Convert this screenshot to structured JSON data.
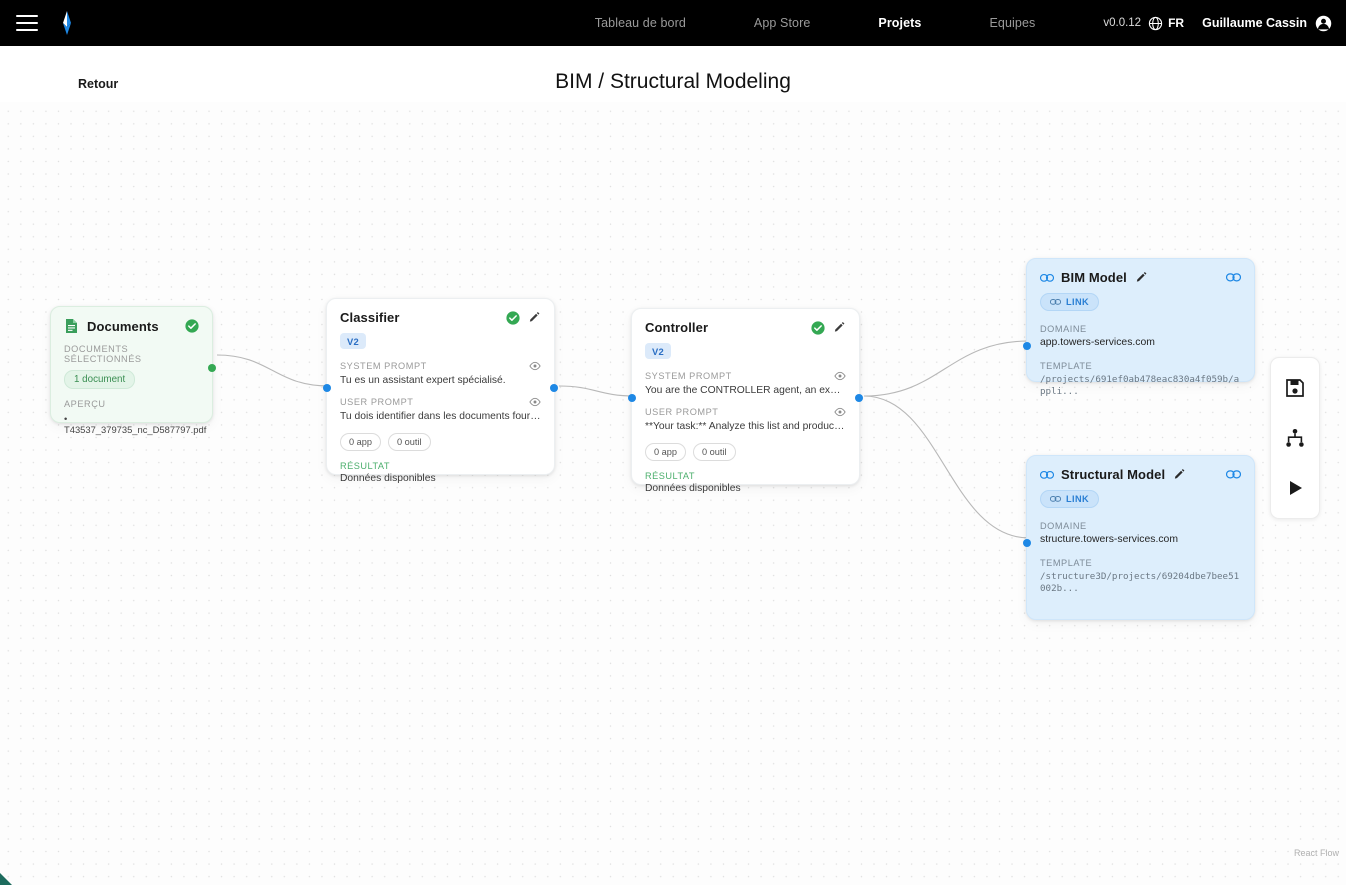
{
  "topnav": {
    "menu_icon": "hamburger-icon",
    "logo_icon": "brand-compass-logo",
    "links": [
      {
        "label": "Tableau de bord",
        "active": false
      },
      {
        "label": "App Store",
        "active": false
      },
      {
        "label": "Projets",
        "active": true
      },
      {
        "label": "Equipes",
        "active": false
      }
    ],
    "version": "v0.0.12",
    "globe_icon": "globe-icon",
    "language": "FR",
    "user_name": "Guillaume Cassin",
    "avatar_icon": "user-avatar-icon"
  },
  "header": {
    "back_label": "Retour",
    "title": "BIM / Structural Modeling"
  },
  "canvas": {
    "attribution": "React Flow"
  },
  "toolbar": {
    "buttons": [
      {
        "name": "save-button",
        "icon": "floppy-save-icon"
      },
      {
        "name": "layout-button",
        "icon": "hierarchy-tree-icon"
      },
      {
        "name": "run-button",
        "icon": "play-icon"
      }
    ]
  },
  "nodes": {
    "documents": {
      "title": "Documents",
      "icon": "document-icon",
      "status_icon": "check-circle-icon",
      "selected_label": "DOCUMENTS SÉLECTIONNÉS",
      "selected_count": "1 document",
      "preview_label": "APERÇU",
      "files": [
        "• T43537_379735_nc_D587797.pdf"
      ]
    },
    "classifier": {
      "title": "Classifier",
      "status_icon": "check-circle-icon",
      "edit_icon": "pencil-icon",
      "version": "V2",
      "system_prompt_label": "SYSTEM PROMPT",
      "system_prompt_text": "Tu es un assistant expert spécialisé.",
      "user_prompt_label": "USER PROMPT",
      "user_prompt_text": "Tu dois identifier dans les documents fournis les élé…",
      "pills": [
        "0 app",
        "0 outil"
      ],
      "result_label": "RÉSULTAT",
      "result_value": "Données disponibles"
    },
    "controller": {
      "title": "Controller",
      "status_icon": "check-circle-icon",
      "edit_icon": "pencil-icon",
      "version": "V2",
      "system_prompt_label": "SYSTEM PROMPT",
      "system_prompt_text": "You are the CONTROLLER agent, an expert in Data…",
      "user_prompt_label": "USER PROMPT",
      "user_prompt_text": "**Your task:** Analyze this list and produce a cleane…",
      "pills": [
        "0 app",
        "0 outil"
      ],
      "result_label": "RÉSULTAT",
      "result_value": "Données disponibles"
    },
    "bim_model": {
      "title": "BIM Model",
      "link_icon": "link-icon",
      "edit_icon": "pencil-icon",
      "corner_icon": "link-icon",
      "badge": "LINK",
      "domain_label": "DOMAINE",
      "domain_value": "app.towers-services.com",
      "template_label": "TEMPLATE",
      "template_value": "/projects/691ef0ab478eac830a4f059b/appli..."
    },
    "structural_model": {
      "title": "Structural Model",
      "link_icon": "link-icon",
      "edit_icon": "pencil-icon",
      "corner_icon": "link-icon",
      "badge": "LINK",
      "domain_label": "DOMAINE",
      "domain_value": "structure.towers-services.com",
      "template_label": "TEMPLATE",
      "template_value": "/structure3D/projects/69204dbe7bee51002b..."
    }
  },
  "colors": {
    "accent_blue": "#1e88e5",
    "success_green": "#34a853",
    "nav_bg": "#000000",
    "link_node_bg": "#ddeefc",
    "doc_node_bg": "#f2faf4"
  }
}
